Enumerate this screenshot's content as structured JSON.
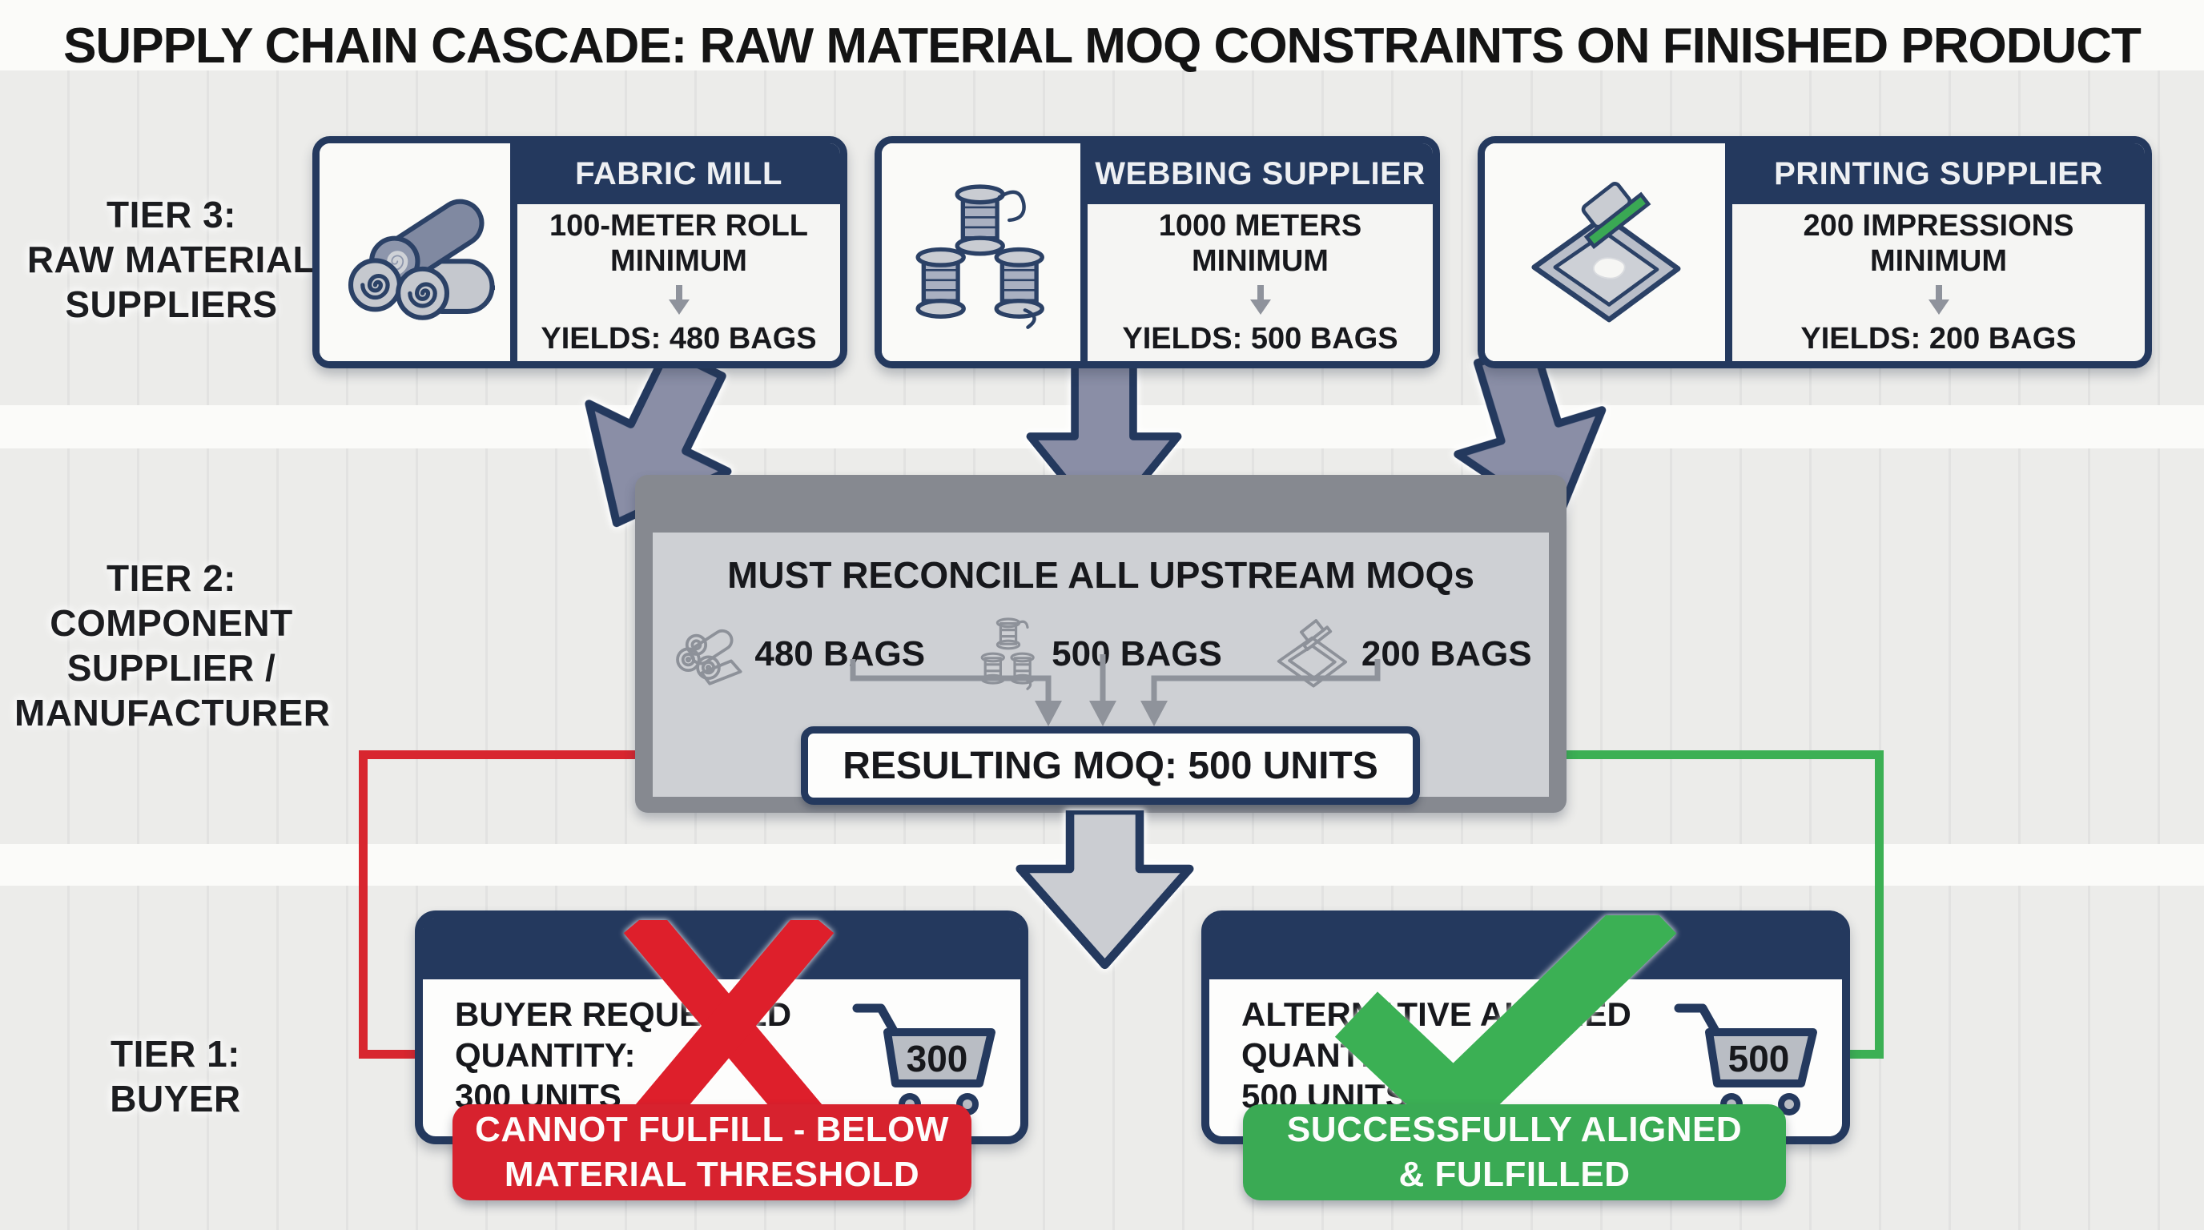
{
  "title": "SUPPLY CHAIN CASCADE: RAW MATERIAL MOQ CONSTRAINTS ON FINISHED PRODUCT",
  "tier_labels": {
    "tier3": "TIER 3:\nRAW MATERIAL\nSUPPLIERS",
    "tier2": "TIER 2:\nCOMPONENT\nSUPPLIER /\nMANUFACTURER",
    "tier1": "TIER 1:\nBUYER"
  },
  "suppliers": [
    {
      "name": "FABRIC MILL",
      "icon": "fabric-rolls-icon",
      "minimum": "100-METER ROLL\nMINIMUM",
      "yields": "YIELDS: 480 BAGS"
    },
    {
      "name": "WEBBING SUPPLIER",
      "icon": "thread-spools-icon",
      "minimum": "1000 METERS\nMINIMUM",
      "yields": "YIELDS: 500 BAGS"
    },
    {
      "name": "PRINTING SUPPLIER",
      "icon": "screen-print-icon",
      "minimum": "200 IMPRESSIONS\nMINIMUM",
      "yields": "YIELDS: 200 BAGS"
    }
  ],
  "manufacturer": {
    "headline": "MUST RECONCILE ALL UPSTREAM MOQs",
    "inputs": [
      {
        "icon": "fabric-rolls-mini-icon",
        "label": "480 BAGS"
      },
      {
        "icon": "thread-spools-mini-icon",
        "label": "500 BAGS"
      },
      {
        "icon": "screen-print-mini-icon",
        "label": "200 BAGS"
      }
    ],
    "result": "RESULTING MOQ: 500 UNITS"
  },
  "buyer": {
    "rejected": {
      "request": "BUYER REQUESTED\nQUANTITY:\n300 UNITS",
      "cart_value": "300",
      "status_icon": "red-x-icon",
      "banner": "CANNOT FULFILL - BELOW\nMATERIAL THRESHOLD"
    },
    "aligned": {
      "request": "ALTERNATIVE ALIGNED\nQUANTITY:\n500 UNITS",
      "cart_value": "500",
      "status_icon": "green-check-icon",
      "banner": "SUCCESSFULLY ALIGNED\n& FULFILLED"
    }
  },
  "colors": {
    "navy": "#24395e",
    "red": "#d7222e",
    "green": "#3aaa54",
    "arrow_slate": "#8a8ea6",
    "arrow_light": "#cbcdd2",
    "box_gray": "#868990",
    "panel_gray": "#ced0d4"
  }
}
